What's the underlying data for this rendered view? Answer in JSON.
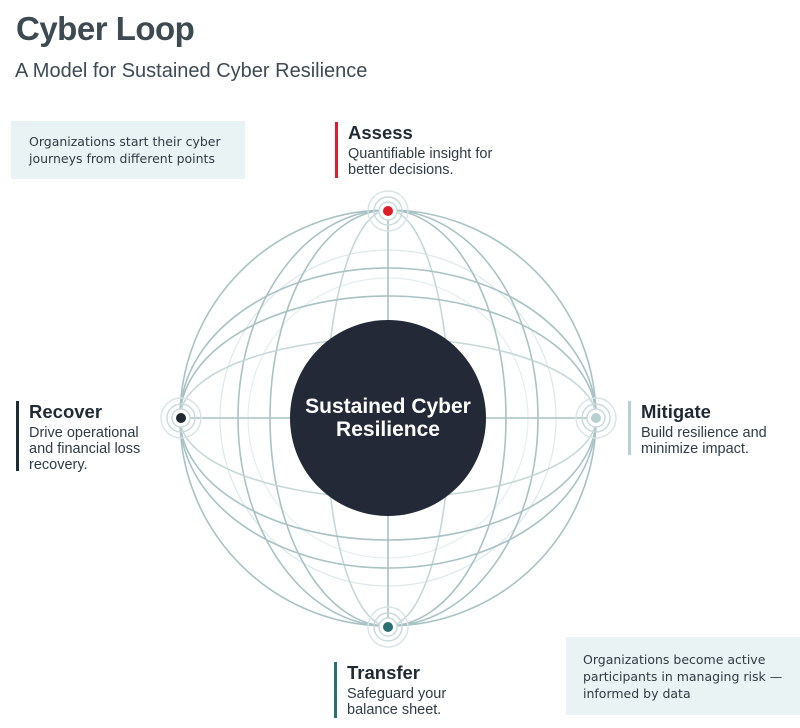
{
  "header": {
    "title": "Cyber Loop",
    "subtitle": "A Model for Sustained Cyber Resilience"
  },
  "notes": {
    "start": "Organizations start their cyber journeys from different points",
    "active": "Organizations become active participants in managing risk — informed by data"
  },
  "center": {
    "label": "Sustained Cyber Resilience"
  },
  "phases": {
    "assess": {
      "name": "Assess",
      "description": "Quantifiable insight for better decisions."
    },
    "recover": {
      "name": "Recover",
      "description": "Drive operational and financial loss recovery."
    },
    "mitigate": {
      "name": "Mitigate",
      "description": "Build resilience and minimize impact."
    },
    "transfer": {
      "name": "Transfer",
      "description": "Safeguard your balance sheet."
    }
  },
  "colors": {
    "assess": "#e01e2b",
    "recover": "#1f2a33",
    "mitigate": "#b9d0d0",
    "transfer": "#2a6f72",
    "globe_lines": "#a9c2c4",
    "core": "#232936",
    "note_bg": "#e9f3f3"
  }
}
